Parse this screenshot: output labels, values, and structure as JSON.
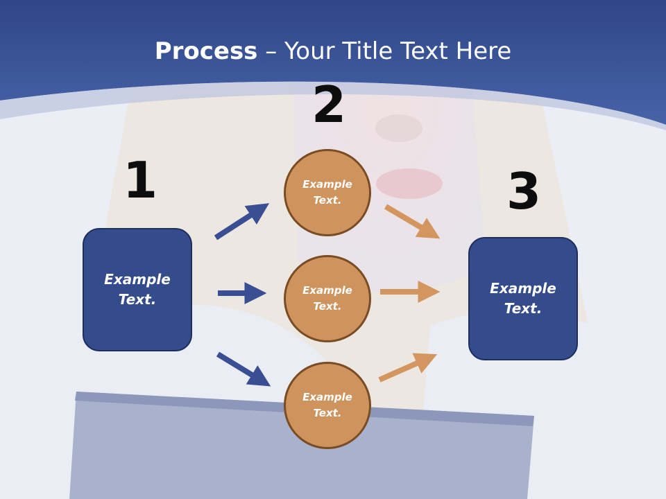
{
  "slide": {
    "title_bold": "Process",
    "title_rest": " – Your Title Text Here"
  },
  "steps": {
    "step1_number": "1",
    "step2_number": "2",
    "step3_number": "3"
  },
  "nodes": {
    "left_box_text": "Example Text.",
    "right_box_text": "Example Text.",
    "circle_top_text": "Example Text.",
    "circle_middle_text": "Example Text.",
    "circle_bottom_text": "Example Text."
  },
  "colors": {
    "header_blue": "#3b5598",
    "box_blue": "#344c8c",
    "circle_orange": "#cf935d",
    "arrow_blue": "#3a4f93",
    "arrow_orange": "#d3965e"
  }
}
